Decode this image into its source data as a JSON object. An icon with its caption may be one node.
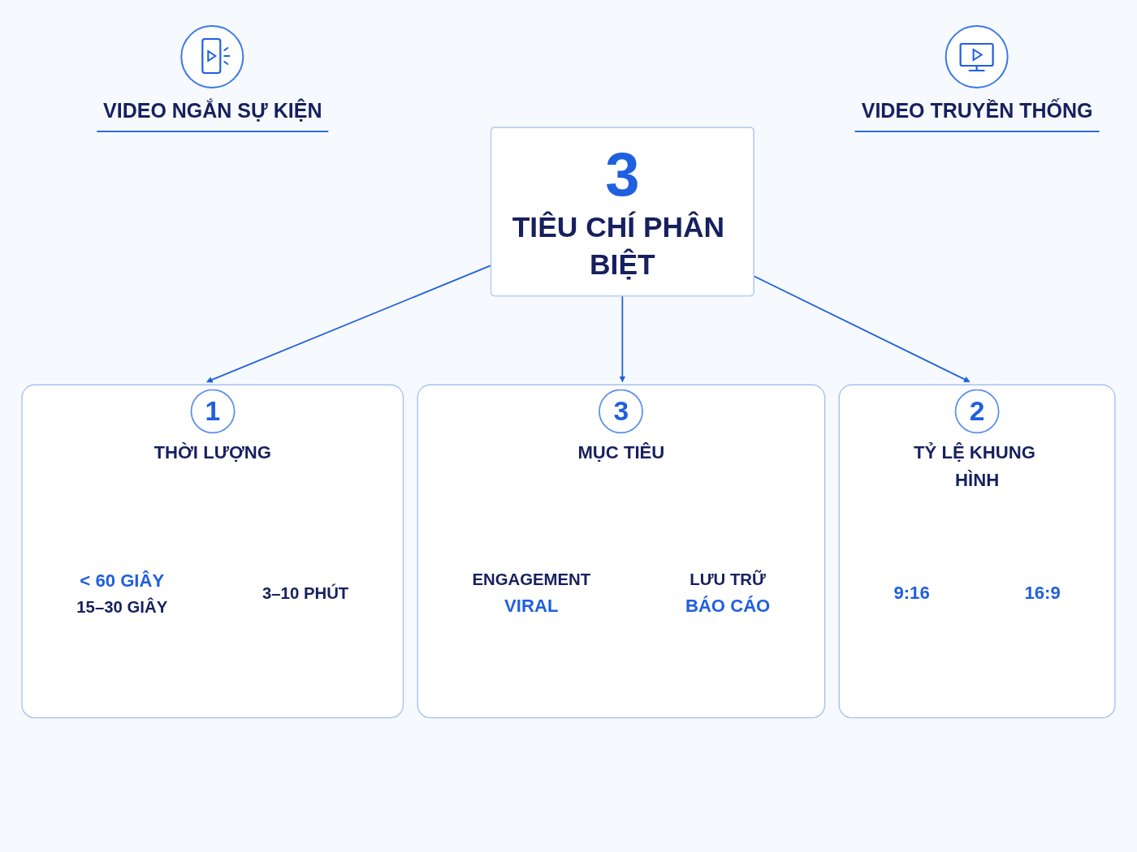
{
  "diagram": {
    "nodes": [
      {
        "text": [
          "1",
          "THỜI LƯỢNG"
        ]
      },
      {
        "text": [
          "< 60 GIÂY",
          "15–30 GIÂY"
        ],
        "in": 0
      },
      {
        "text": [
          "3–10 PHÚT"
        ],
        "in": 0
      },
      {
        "text": [
          "3",
          "TIÊU CHÍ PHÂN BIỆT"
        ]
      },
      {
        "text": [
          "2",
          "TỶ LỆ KHUNG HÌNH"
        ]
      },
      {
        "text": [
          "9:16"
        ],
        "in": 4
      },
      {
        "text": [
          "16:9"
        ],
        "in": 4
      },
      {
        "text": [
          "3",
          "MỤC TIÊU"
        ]
      },
      {
        "text": [
          "ENGAGEMENT",
          "VIRAL"
        ],
        "in": 7
      },
      {
        "text": [
          "LƯU TRỮ",
          "BÁO CÁO"
        ],
        "in": 7
      }
    ],
    "edges": [
      {
        "from": 3,
        "to": 0,
        "arrow": "to"
      },
      {
        "from": 3,
        "to": 4,
        "arrow": "to"
      },
      {
        "from": 3,
        "to": 7,
        "arrow": "to"
      }
    ],
    "labels": [
      "VIDEO NGẮN SỰ KIỆN",
      "VIDEO TRUYỀN THỐNG"
    ]
  }
}
